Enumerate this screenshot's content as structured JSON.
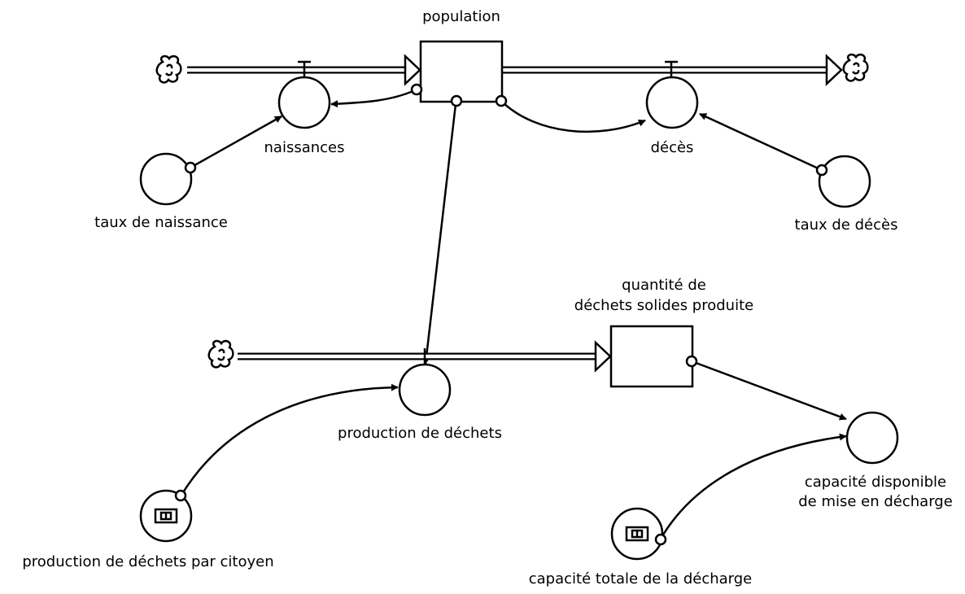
{
  "diagram": {
    "stocks": {
      "population": "population",
      "waste_stock_line1": "quantité de",
      "waste_stock_line2": "déchets solides produite"
    },
    "flows": {
      "births": "naissances",
      "deaths": "décès",
      "waste_production": "production de déchets"
    },
    "auxiliaries": {
      "birth_rate": "taux de naissance",
      "death_rate": "taux de décès",
      "available_capacity_line1": "capacité disponible",
      "available_capacity_line2": "de mise en décharge"
    },
    "constants": {
      "waste_per_citizen": "production de déchets par citoyen",
      "total_landfill_capacity": "capacité totale de la décharge"
    }
  }
}
